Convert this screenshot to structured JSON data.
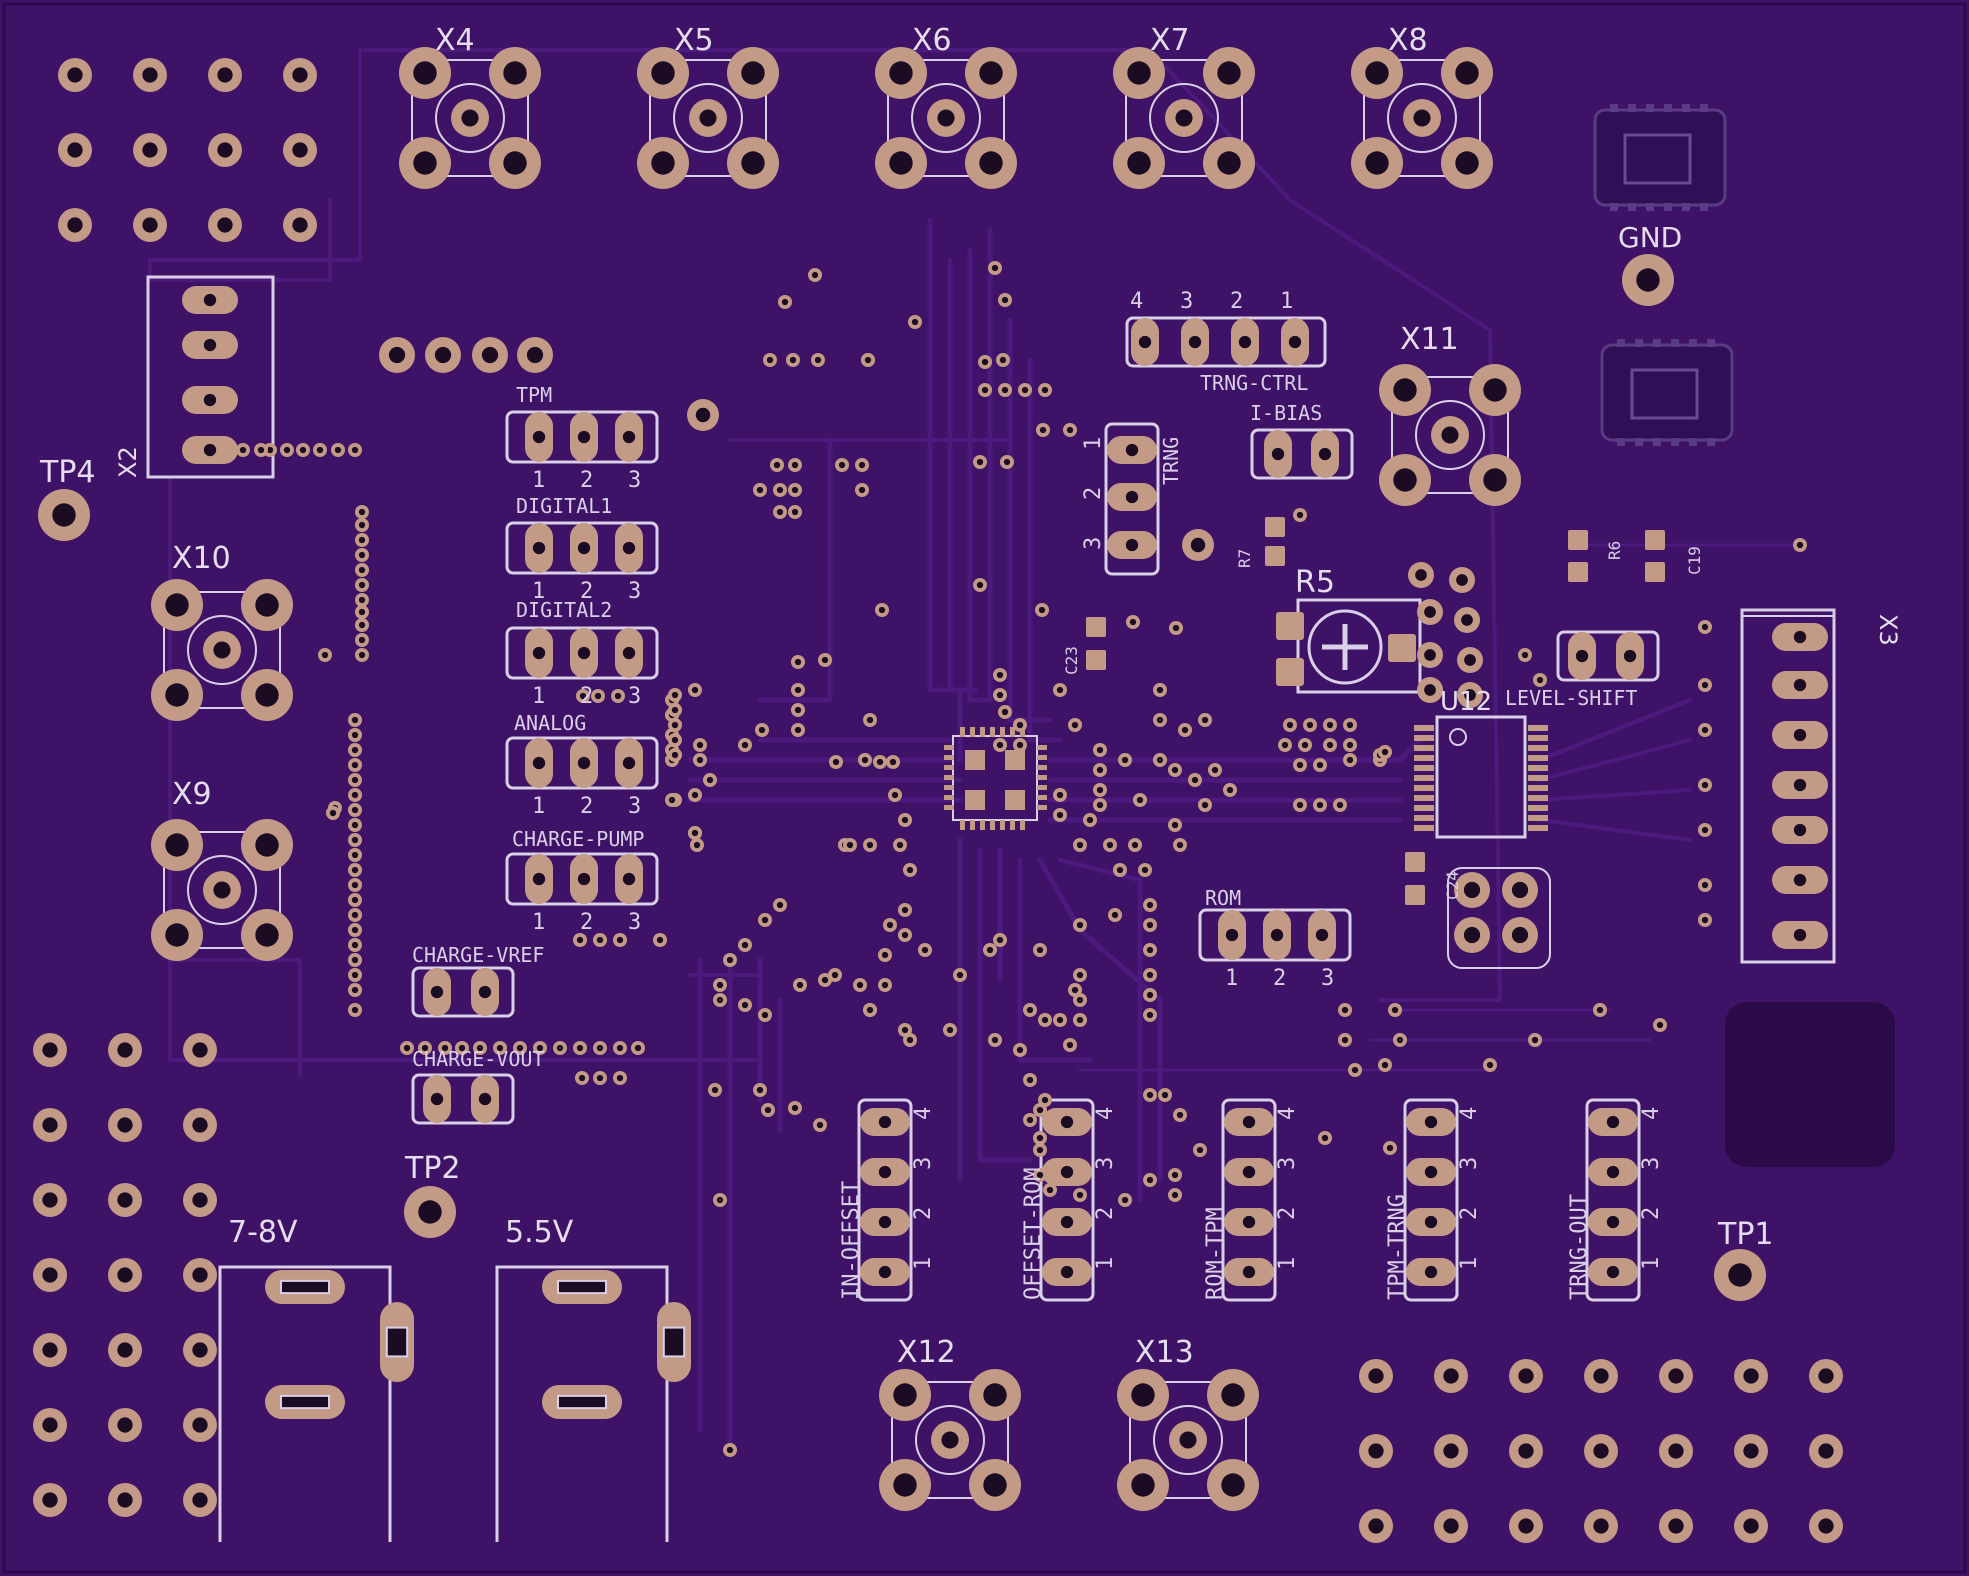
{
  "board": {
    "labels_x": [
      "X4",
      "X5",
      "X6",
      "X7",
      "X8",
      "X11",
      "X10",
      "X9",
      "X12",
      "X13"
    ],
    "labels_tp": [
      "TP4",
      "TP2",
      "TP1"
    ],
    "label_gnd": "GND",
    "label_x2": "X2",
    "label_x3": "X3",
    "label_r5": "R5",
    "label_r6": "R6",
    "label_r7": "R7",
    "label_c19": "C19",
    "label_c23": "C23",
    "label_c24": "C24",
    "label_u": "U12",
    "label_trng_ctrl": "TRNG-CTRL",
    "label_ibias": "I-BIAS",
    "label_trng": "TRNG",
    "label_level_shift": "LEVEL-SHIFT",
    "label_rom": "ROM",
    "label_charge_vref": "CHARGE-VREF",
    "label_charge_vout": "CHARGE-VOUT",
    "label_7_8v": "7-8V",
    "label_5_5v": "5.5V",
    "headers3": [
      "TPM",
      "DIGITAL1",
      "DIGITAL2",
      "ANALOG",
      "CHARGE-PUMP"
    ],
    "vheaders4": [
      "IN-OFFSET",
      "OFFSET-ROM",
      "ROM-TPM",
      "TPM-TRNG",
      "TRNG-OUT"
    ],
    "pins": [
      "1",
      "2",
      "3",
      "4"
    ]
  },
  "colors": {
    "board": "#3d1267",
    "copper": "#4c1a7d",
    "pad": "#c39a86",
    "silk": "#d9cfe6"
  }
}
